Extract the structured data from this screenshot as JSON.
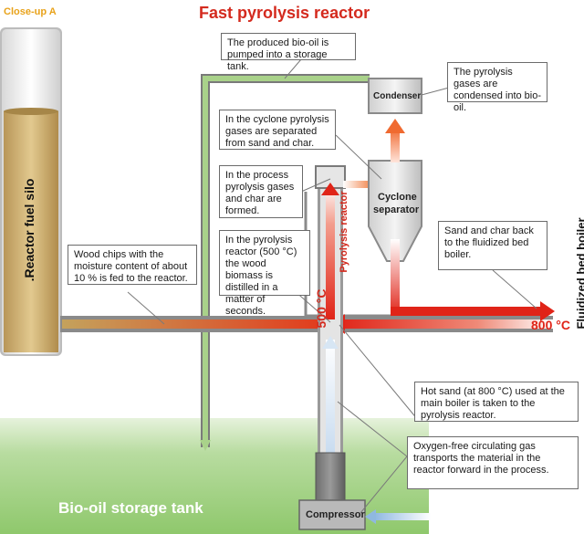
{
  "header": {
    "closeup_label": "Close-up A",
    "title": "Fast pyrolysis reactor"
  },
  "labels": {
    "silo": ".Reactor fuel silo",
    "reactor": "Pyrolysis reactor",
    "reactor_temp": "500 °C",
    "condenser": "Condenser",
    "cyclone_line1": "Cyclone",
    "cyclone_line2": "separator",
    "boiler": "Fluidized bed boiler",
    "hot_sand_temp": "800 °C",
    "storage_tank": "Bio-oil storage tank",
    "compressor": "Compressor"
  },
  "callouts": {
    "bio_oil_pumped": "The produced bio-oil is pumped into a storage tank.",
    "gases_condensed": "The pyrolysis gases are condensed into bio-oil.",
    "cyclone_separation": "In the cyclone pyrolysis gases are separated from sand and char.",
    "gases_char_formed": "In the process pyrolysis gases and char are formed.",
    "sand_char_back": "Sand and char back to the fluidized bed boiler.",
    "wood_chips": "Wood chips with the moisture content of about 10 % is fed to the reactor.",
    "distilled": "In the pyrolysis reactor (500 °C) the wood biomass is distilled in a matter of seconds.",
    "hot_sand": "Hot sand (at 800 °C) used at the main boiler is taken to the pyrolysis reactor.",
    "oxygen_free": "Oxygen-free circulating gas transports the material in the reactor forward in the process."
  },
  "colors": {
    "title_red": "#d42a1e",
    "closeup_orange": "#e8a21a",
    "hot_red": "#e02418",
    "oil_green": "#9cc97a",
    "gas_blue": "#8fb8e0",
    "silo_tan": "#c9aa6a"
  }
}
